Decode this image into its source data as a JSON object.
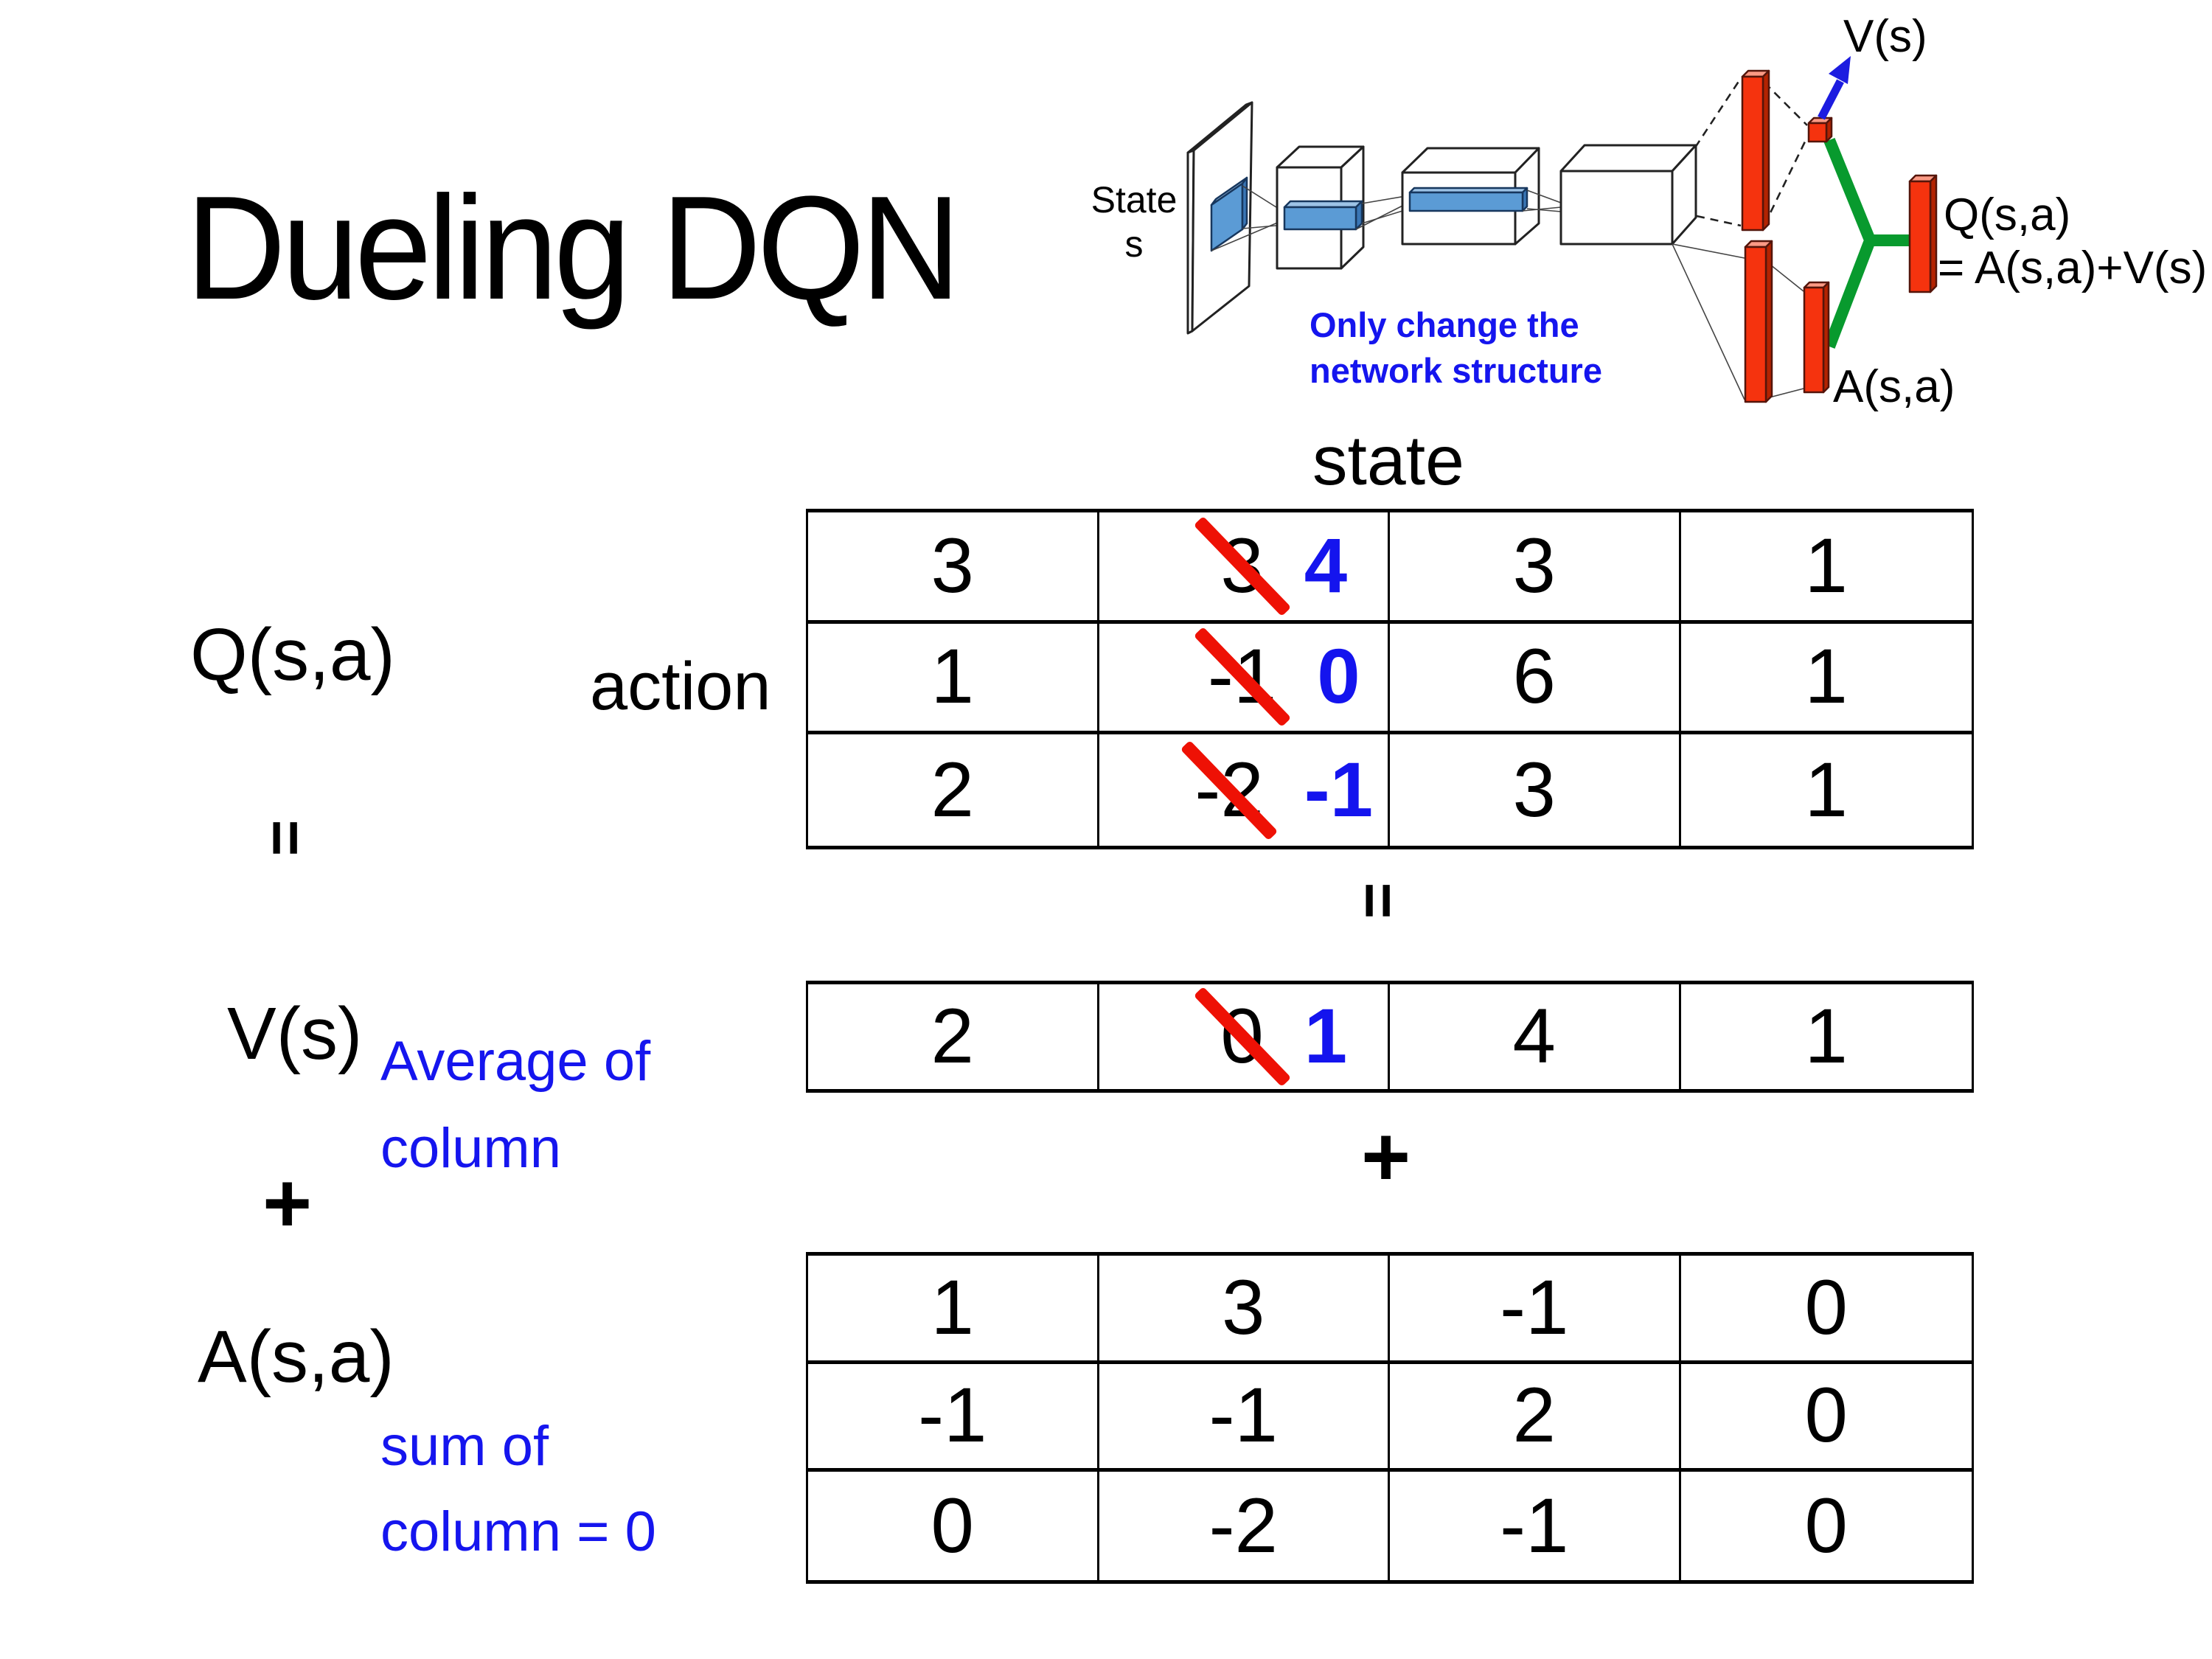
{
  "slide": {
    "title": "Dueling DQN"
  },
  "network": {
    "state_line1": "State",
    "state_line2": "s",
    "note_line1": "Only change the",
    "note_line2": "network structure",
    "v_label": "V(s)",
    "q_label_line1": "Q(s,a)",
    "q_label_line2": "= A(s,a)+V(s)",
    "a_label": "A(s,a)"
  },
  "equation": {
    "q_label": "Q(s,a)",
    "equals_left": "=",
    "v_label": "V(s)",
    "plus_left": "+",
    "a_label": "A(s,a)",
    "state_header": "state",
    "action_label": "action",
    "equals_mid": "=",
    "plus_mid": "+",
    "avg_note_line1": "Average of",
    "avg_note_line2": "column",
    "sum_note_line1": "sum of",
    "sum_note_line2": "column = 0"
  },
  "q_table": {
    "rows": [
      {
        "cells": [
          {
            "value": "3"
          },
          {
            "value": "3",
            "replacement": "4"
          },
          {
            "value": "3"
          },
          {
            "value": "1"
          }
        ]
      },
      {
        "cells": [
          {
            "value": "1"
          },
          {
            "value": "-1",
            "replacement": "0"
          },
          {
            "value": "6"
          },
          {
            "value": "1"
          }
        ]
      },
      {
        "cells": [
          {
            "value": "2"
          },
          {
            "value": "-2",
            "replacement": "-1"
          },
          {
            "value": "3"
          },
          {
            "value": "1"
          }
        ]
      }
    ]
  },
  "v_row": {
    "cells": [
      {
        "value": "2"
      },
      {
        "value": "0",
        "replacement": "1"
      },
      {
        "value": "4"
      },
      {
        "value": "1"
      }
    ]
  },
  "a_table": {
    "rows": [
      {
        "cells": [
          {
            "value": "1"
          },
          {
            "value": "3"
          },
          {
            "value": "-1"
          },
          {
            "value": "0"
          }
        ]
      },
      {
        "cells": [
          {
            "value": "-1"
          },
          {
            "value": "-1"
          },
          {
            "value": "2"
          },
          {
            "value": "0"
          }
        ]
      },
      {
        "cells": [
          {
            "value": "0"
          },
          {
            "value": "-2"
          },
          {
            "value": "-1"
          },
          {
            "value": "0"
          }
        ]
      }
    ]
  },
  "colors": {
    "note_blue": "#1515ee",
    "replacement_blue": "#1414ee",
    "strike_red": "#ee1105",
    "bar_red": "#f5330e",
    "stream_green": "#089a2e",
    "filter_blue": "#5b9bd5",
    "arrow_blue": "#1c1ce0"
  }
}
